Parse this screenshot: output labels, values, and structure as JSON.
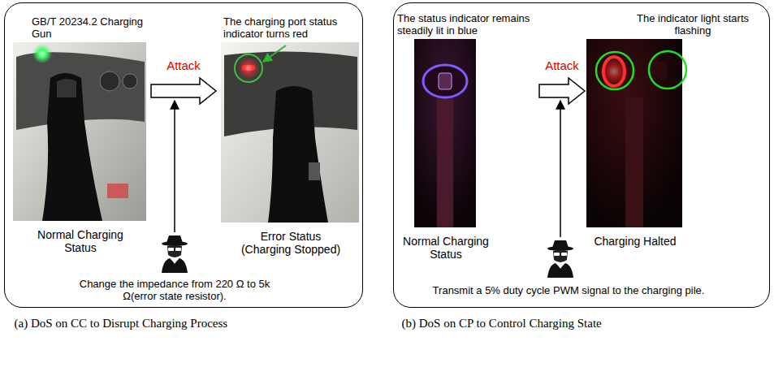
{
  "diagram": {
    "nodes": [
      {
        "text": [
          "(a) DoS on CC to Disrupt Charging Process"
        ]
      },
      {
        "text": [
          "GB/T 20234.2 Charging Gun",
          "Normal Charging Status"
        ],
        "in": 0
      },
      {
        "text": [
          "The charging port status indicator turns red",
          "Error Status (Charging Stopped)"
        ],
        "in": 0
      },
      {
        "text": [
          "(b) DoS on CP to Control Charging State"
        ]
      },
      {
        "text": [
          "The status indicator remains steadily lit in blue",
          "Normal Charging Status"
        ],
        "in": 3
      },
      {
        "text": [
          "The indicator light starts flashing",
          "Charging Halted"
        ],
        "in": 3
      }
    ],
    "edges": [
      {
        "from": 1,
        "to": 2,
        "arrow": "to",
        "label": "Attack"
      },
      {
        "from": 4,
        "to": 5,
        "arrow": "to",
        "label": "Attack"
      }
    ],
    "labels": [
      "Change the impedance from 220 Ω to 5k Ω(error state resistor).",
      "Transmit a 5% duty cycle PWM signal to the charging pile."
    ]
  }
}
